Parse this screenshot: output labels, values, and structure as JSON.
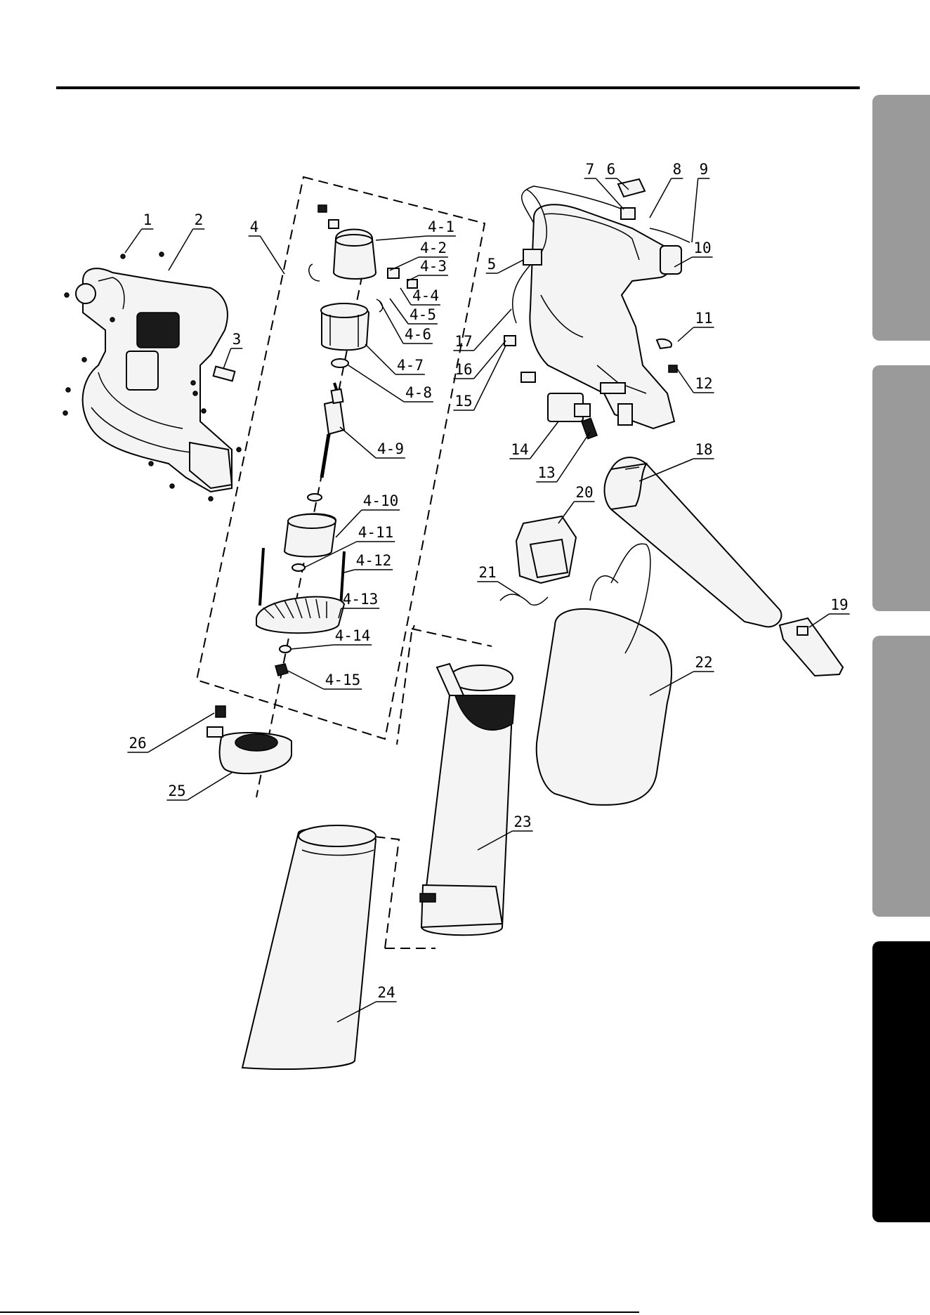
{
  "colors": {
    "tab_inactive": "#9a9a9a",
    "tab_active": "#000000",
    "line": "#000000"
  },
  "side_tabs": [
    {
      "name": "section-tab-1",
      "active": false
    },
    {
      "name": "section-tab-2",
      "active": false
    },
    {
      "name": "section-tab-3",
      "active": false
    },
    {
      "name": "section-tab-4",
      "active": true
    }
  ],
  "callouts": [
    "1",
    "2",
    "3",
    "4",
    "4-1",
    "4-2",
    "4-3",
    "4-4",
    "4-5",
    "4-6",
    "4-7",
    "4-8",
    "4-9",
    "4-10",
    "4-11",
    "4-12",
    "4-13",
    "4-14",
    "4-15",
    "5",
    "6",
    "7",
    "8",
    "9",
    "10",
    "11",
    "12",
    "13",
    "14",
    "15",
    "16",
    "17",
    "18",
    "19",
    "20",
    "21",
    "22",
    "23",
    "24",
    "25",
    "26"
  ]
}
